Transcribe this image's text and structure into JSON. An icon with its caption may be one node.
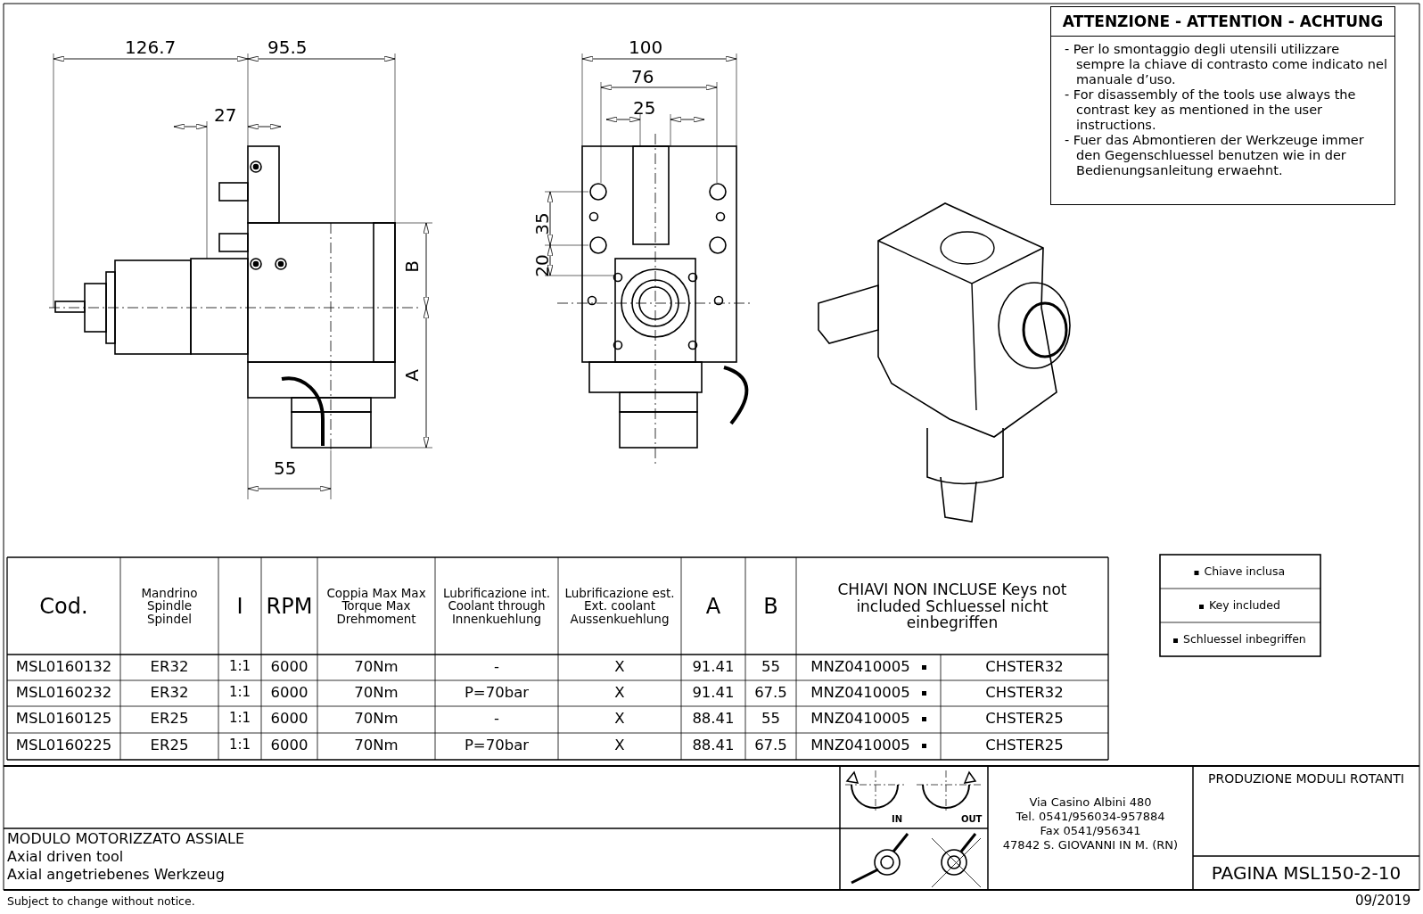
{
  "diagram": {
    "nodes": [
      {
        "text": [
          "ATTENZIONE - ATTENTION - ACHTUNG",
          "- Per lo smontaggio degli utensili utilizzare sempre la chiave di contrasto come indicato nel manuale d’uso.",
          "- For disassembly of the tools use always the contrast key as mentioned in the user instructions.",
          "- Fuer das Abmontieren der Werkzeuge immer den Gegenschluessel benutzen wie in der Bedienungsanleitung erwaehnt."
        ]
      }
    ],
    "labels": [
      "126.7",
      "95.5",
      "100",
      "76",
      "27",
      "25",
      "35",
      "20",
      "B",
      "A",
      "55",
      "Cod.",
      "Mandrino Spindle Spindel",
      "I",
      "RPM",
      "Coppia Max Max Torque Max Drehmoment",
      "Lubrificazione int. Coolant through Innenkuehlung",
      "Lubrificazione est. Ext. coolant Aussenkuehlung",
      "A",
      "B",
      "CHIAVI NON INCLUSE Keys not included Schluessel nicht einbegriffen",
      "MSL0160132",
      "ER32",
      "1:1",
      "6000",
      "70Nm",
      "-",
      "X",
      "91.41",
      "55",
      "MNZ0410005",
      "CHSTER32",
      "MSL0160232",
      "ER32",
      "1:1",
      "6000",
      "70Nm",
      "P=70bar",
      "X",
      "91.41",
      "67.5",
      "MNZ0410005",
      "CHSTER32",
      "MSL0160125",
      "ER25",
      "1:1",
      "6000",
      "70Nm",
      "-",
      "X",
      "88.41",
      "55",
      "MNZ0410005",
      "CHSTER25",
      "MSL0160225",
      "ER25",
      "1:1",
      "6000",
      "70Nm",
      "P=70bar",
      "X",
      "88.41",
      "67.5",
      "MNZ0410005",
      "CHSTER25",
      "MODULO MOTORIZZATO ASSIALE",
      "Axial driven tool",
      "Axial angetriebenes Werkzeug",
      "IN",
      "OUT",
      "Via Casino Albini 480",
      "Tel. 0541/956034-957884",
      "Fax 0541/956341",
      "47842 S. GIOVANNI IN M. (RN)",
      "PRODUZIONE MODULI ROTANTI",
      "PAGINA MSL150-2-10",
      "Subject to change without notice.",
      "09/2019"
    ],
    "legend": [
      {
        "text": "Chiave inclusa"
      },
      {
        "text": "Key included"
      },
      {
        "text": "Schluessel inbegriffen"
      }
    ]
  }
}
